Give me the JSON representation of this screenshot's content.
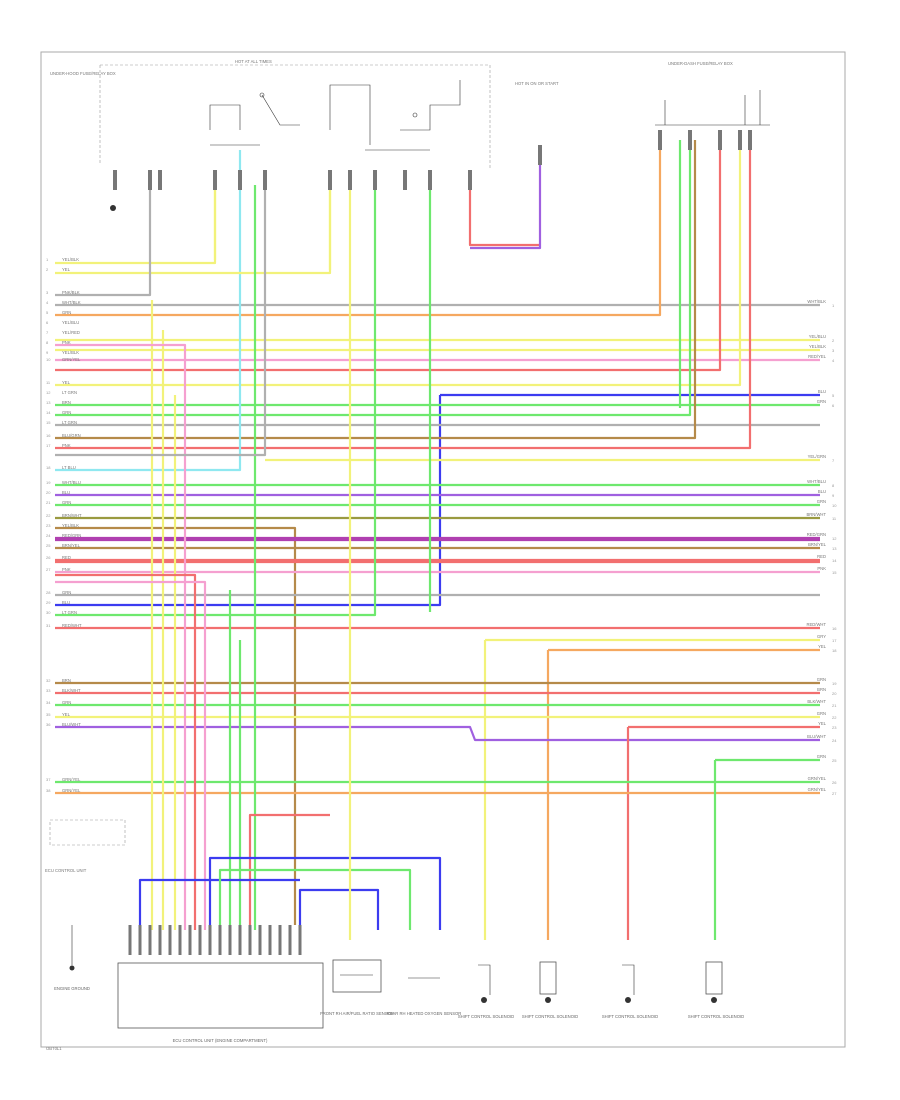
{
  "diagram": {
    "page_code": "OBT0L1",
    "colors": {
      "yellow": "#f2f27a",
      "cyan": "#8fe8f0",
      "green": "#6ee86e",
      "blue": "#3c3cf0",
      "red": "#f26f6f",
      "orange": "#f5a860",
      "pink": "#f5a0d0",
      "magenta": "#ee40ee",
      "violet": "#a060e0",
      "brown": "#b58a4a",
      "gray": "#b0b0b0",
      "olive": "#9a9a40",
      "purple": "#b040b0",
      "darkgray": "#666666"
    },
    "components": {
      "ecu": "ECU CONTROL UNIT (ENGINE COMPARTMENT)",
      "sensor_left": "FRONT RH AIR/FUEL RATIO SENSOR",
      "sensor_mid": "REAR RH HEATED OXYGEN SENSOR",
      "inj1": "SHIFT CONTROL SOLENOID",
      "inj2": "SHIFT CONTROL SOLENOID",
      "inj3": "SHIFT CONTROL SOLENOID",
      "inj4": "SHIFT CONTROL SOLENOID",
      "left_ground": "ENGINE GROUND",
      "right_top": "UNDER-DASH FUSE/RELAY BOX",
      "top_left": "UNDER-HOOD FUSE/RELAY BOX",
      "top_mid": "HOT AT ALL TIMES",
      "top_right": "HOT IN ON OR START"
    },
    "left_labels": [
      "YEL/BLK",
      "YEL",
      "PNK/BLK",
      "WHT/BLK",
      "GRN",
      "YEL/BLU",
      "YEL/RED",
      "PNK",
      "YEL/BLK",
      "GRN/YEL",
      "YEL",
      "LT GRN",
      "BRN",
      "GRN",
      "LT GRN",
      "BLU/GRN",
      "PNK",
      "LT BLU",
      "WHT/BLU",
      "BLU",
      "GRN",
      "BRN/WHT",
      "YEL/BLK",
      "RED/GRN",
      "BRN/YEL",
      "RED",
      "PNK",
      "GRN",
      "BLU",
      "LT GRN",
      "RED/WHT",
      "BRN",
      "BLK/WHT",
      "GRN",
      "YEL",
      "BLU/WHT",
      "GRN/YEL",
      "GRN/YEL"
    ],
    "right_labels": [
      "WHT/BLK",
      "YEL/BLU",
      "YEL/BLK",
      "RED/YEL",
      "BLU",
      "GRN",
      "YEL/GRN",
      "WHT/BLU",
      "BLU",
      "GRN",
      "BRN/WHT",
      "RED/GRN",
      "BRN/YEL",
      "RED",
      "PNK",
      "RED/WHT",
      "GRY",
      "YEL",
      "GRN",
      "BRN",
      "BLK/WHT",
      "GRN",
      "YEL",
      "BLU/WHT",
      "GRN",
      "GRN/YEL",
      "GRN/YEL"
    ]
  }
}
